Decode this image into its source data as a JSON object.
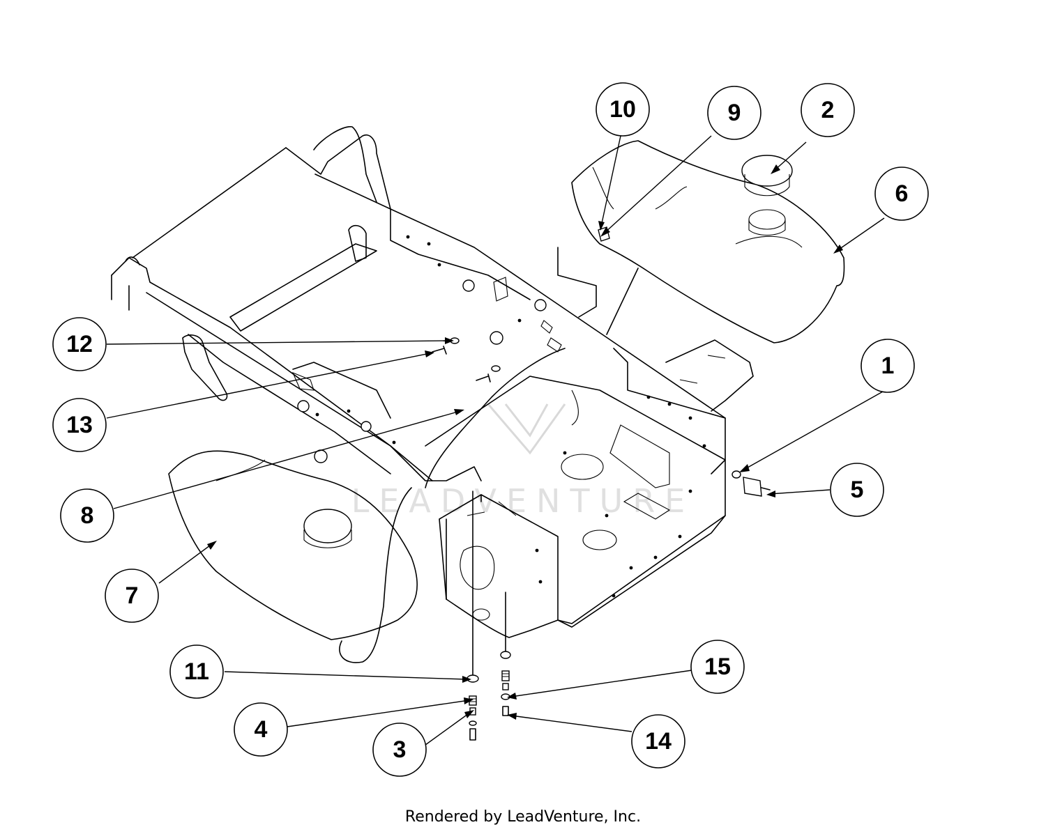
{
  "callouts": [
    {
      "label": "1"
    },
    {
      "label": "2"
    },
    {
      "label": "3"
    },
    {
      "label": "4"
    },
    {
      "label": "5"
    },
    {
      "label": "6"
    },
    {
      "label": "7"
    },
    {
      "label": "8"
    },
    {
      "label": "9"
    },
    {
      "label": "10"
    },
    {
      "label": "11"
    },
    {
      "label": "12"
    },
    {
      "label": "13"
    },
    {
      "label": "14"
    },
    {
      "label": "15"
    }
  ],
  "watermark": {
    "text": "LEADVENTURE"
  },
  "footer": {
    "text": "Rendered by LeadVenture, Inc."
  }
}
